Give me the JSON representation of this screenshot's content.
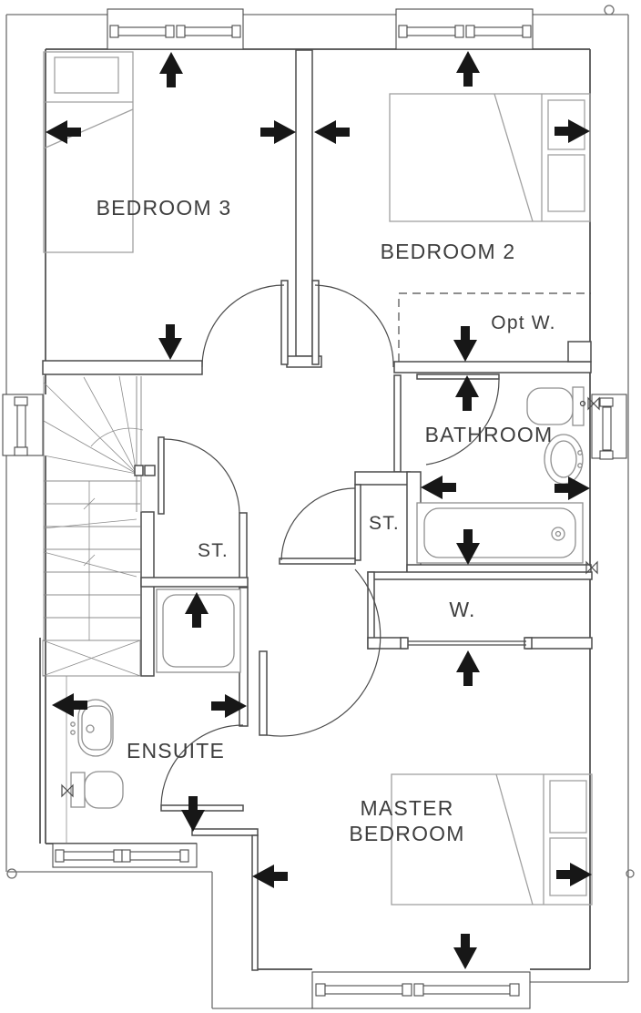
{
  "rooms": {
    "bedroom3": "BEDROOM 3",
    "bedroom2": "BEDROOM 2",
    "opt_wardrobe": "Opt W.",
    "bathroom": "BATHROOM",
    "storage_landing": "ST.",
    "storage_bathroom": "ST.",
    "wardrobe": "W.",
    "ensuite": "ENSUITE",
    "master_bedroom_line1": "MASTER",
    "master_bedroom_line2": "BEDROOM"
  },
  "colors": {
    "wall": "#4b4b4b",
    "envelope": "#6e6e6e",
    "fixture": "#8f8f8f",
    "furniture": "#a0a0a0",
    "stair": "#8c8c8c",
    "arrow": "#171717",
    "text": "#3e3e3e",
    "background": "#ffffff"
  }
}
